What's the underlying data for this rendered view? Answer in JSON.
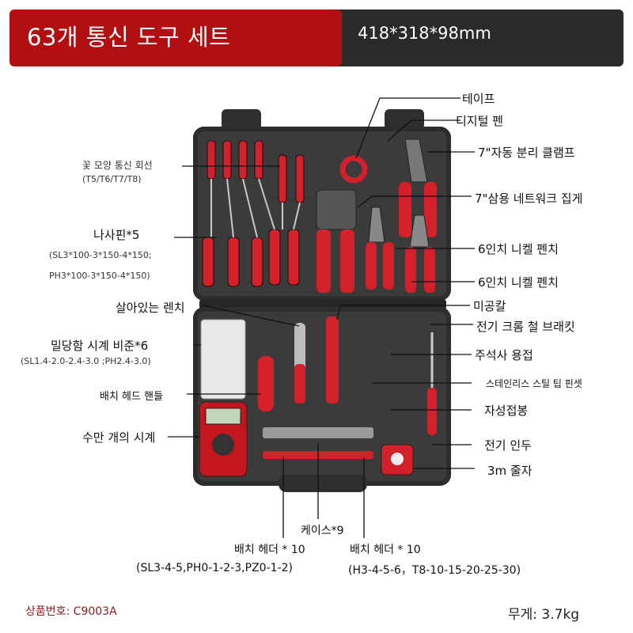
{
  "header": {
    "title": "63개 통신 도구 세트",
    "dimensions": "418*318*98mm"
  },
  "callouts_right": [
    "테이프",
    "디지털 펜",
    "7\"자동 분리 클램프",
    "7\"삼용 네트워크 집게",
    "6인치 니켈 펜치",
    "6인치 니켈 펜치",
    "미공칼",
    "전기 크롬 철 브래킷",
    "주석사 용접",
    "스테인리스 스틸 팁 핀셋",
    "자성접봉",
    "전기 인두",
    "3m 줄자"
  ],
  "callouts_left": {
    "torx": "꽃 모양 통신 회선",
    "torx_sizes": "(T5/T6/T7/T8)",
    "screwdriver": "나사핀*5",
    "screwdriver_sizes_1": "(SL3*100-3*150-4*150;",
    "screwdriver_sizes_2": "PH3*100-3*150-4*150)",
    "wrench": "살아있는 렌치",
    "precision": "밀당함 시계 비준*6",
    "precision_sizes": "(SL1.4-2.0-2.4-3.0 ;PH2.4-3.0)",
    "bit_handle": "배치 헤드 핸들",
    "multimeter": "수만 개의 시계"
  },
  "callouts_bottom": {
    "case": "케이스*9",
    "bits_left": "배치 헤더 * 10",
    "bits_left_sizes": "(SL3-4-5,PH0-1-2-3,PZ0-1-2)",
    "bits_right": "배치 헤더 * 10",
    "bits_right_sizes": "(H3-4-5-6，T8-10-15-20-25-30)"
  },
  "footer": {
    "product_code": "상품번호: C9003A",
    "weight": "무게: 3.7kg"
  },
  "colors": {
    "brand_red": "#b30f12",
    "header_dark": "#2a2a2a",
    "tool_red": "#d4202a",
    "case_gray": "#3b3b3b"
  }
}
